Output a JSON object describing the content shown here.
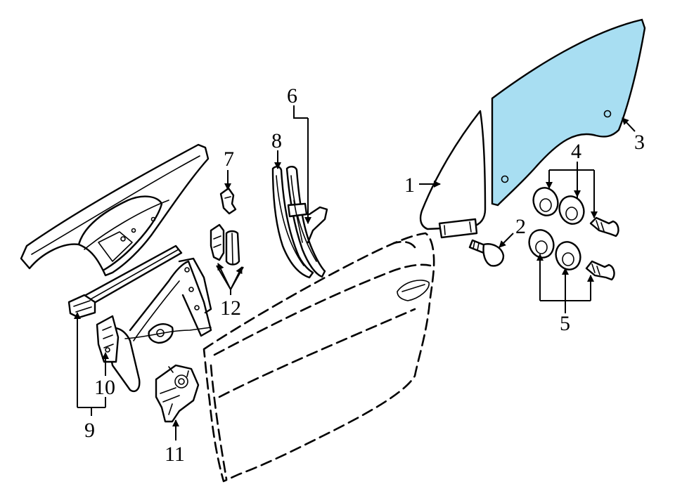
{
  "diagram": {
    "highlight_color": "#a8def2",
    "line_color": "#000000",
    "background": "#ffffff",
    "callouts": [
      {
        "id": "1",
        "label": "1"
      },
      {
        "id": "2",
        "label": "2"
      },
      {
        "id": "3",
        "label": "3"
      },
      {
        "id": "4",
        "label": "4"
      },
      {
        "id": "5",
        "label": "5"
      },
      {
        "id": "6",
        "label": "6"
      },
      {
        "id": "7",
        "label": "7"
      },
      {
        "id": "8",
        "label": "8"
      },
      {
        "id": "9",
        "label": "9"
      },
      {
        "id": "10",
        "label": "10"
      },
      {
        "id": "11",
        "label": "11"
      },
      {
        "id": "12",
        "label": "12"
      }
    ]
  }
}
